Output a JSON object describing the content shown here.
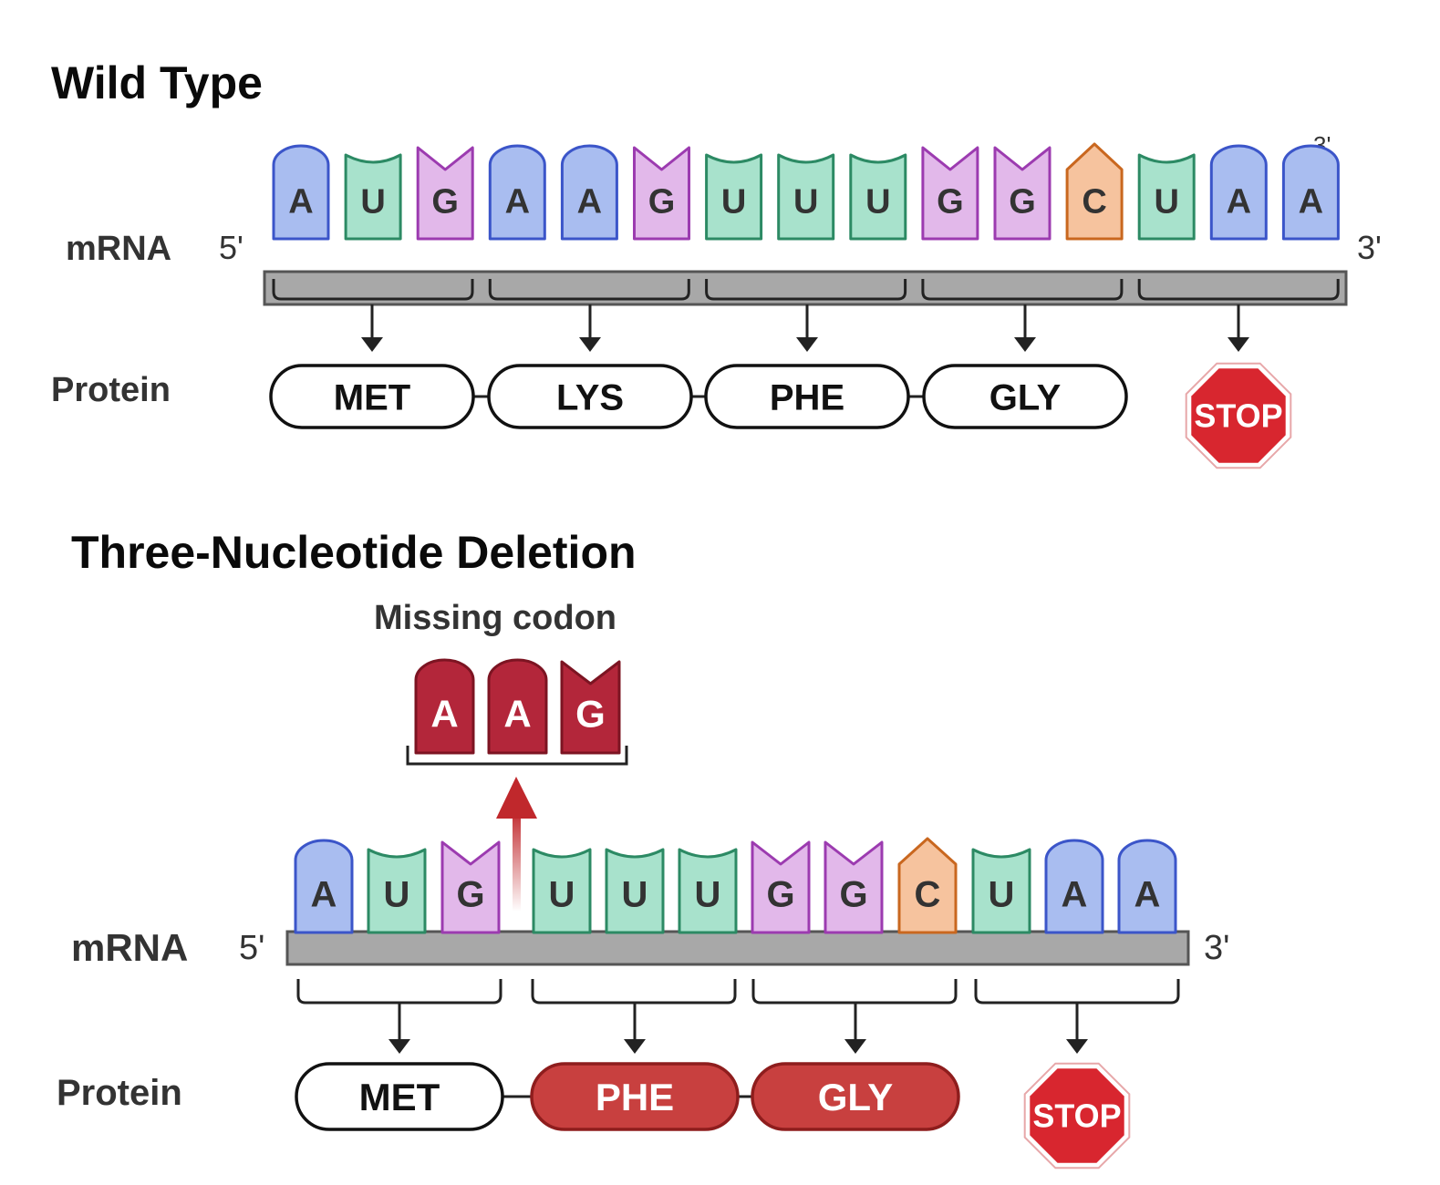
{
  "wild_type": {
    "title": "Wild Type",
    "mrna_label": "mRNA",
    "five_prime": "5'",
    "three_prime": "3'",
    "three_prime_small": "3'",
    "bases": [
      "A",
      "U",
      "G",
      "A",
      "A",
      "G",
      "U",
      "U",
      "U",
      "G",
      "G",
      "C",
      "U",
      "A",
      "A"
    ],
    "protein_label": "Protein",
    "amino_acids": [
      "MET",
      "LYS",
      "PHE",
      "GLY"
    ],
    "stop_label": "STOP"
  },
  "deletion": {
    "title": "Three-Nucleotide Deletion",
    "missing_label": "Missing codon",
    "missing_bases": [
      "A",
      "A",
      "G"
    ],
    "mrna_label": "mRNA",
    "five_prime": "5'",
    "three_prime": "3'",
    "bases": [
      "A",
      "U",
      "G",
      "U",
      "U",
      "U",
      "G",
      "G",
      "C",
      "U",
      "A",
      "A"
    ],
    "protein_label": "Protein",
    "amino_acids": [
      "MET",
      "PHE",
      "GLY"
    ],
    "stop_label": "STOP"
  },
  "colors": {
    "A": {
      "fill": "#a9bdf0",
      "stroke": "#3b55c9"
    },
    "U": {
      "fill": "#a8e2cc",
      "stroke": "#2c8a64"
    },
    "G": {
      "fill": "#e2b8ea",
      "stroke": "#9c3bb0"
    },
    "C": {
      "fill": "#f6c39e",
      "stroke": "#c9671f"
    },
    "missing": {
      "fill": "#b3263a",
      "stroke": "#7c1422"
    },
    "mutant_protein": {
      "fill": "#c8403f",
      "stroke": "#8e1d1d"
    },
    "stop": "#d8262f",
    "strand": "#a8a8a8",
    "deletion_arrow": "#c0282c"
  }
}
